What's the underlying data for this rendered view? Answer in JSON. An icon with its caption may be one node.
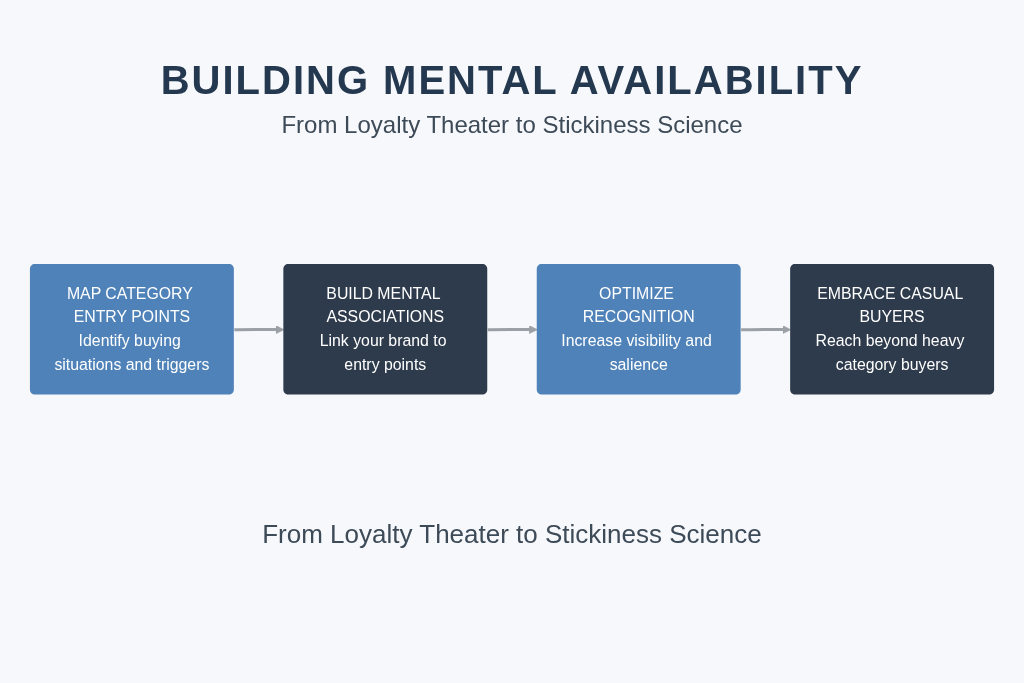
{
  "diagram": {
    "title": "BUILDING MENTAL AVAILABILITY",
    "caption": "From Loyalty Theater to Stickiness Science",
    "labels": [
      "From Loyalty Theater to Stickiness Science"
    ],
    "nodes": [
      {
        "text": [
          "MAP CATEGORY ENTRY POINTS",
          "Identify buying situations and triggers"
        ]
      },
      {
        "text": [
          "BUILD MENTAL ASSOCIATIONS",
          "Link your brand to entry points"
        ]
      },
      {
        "text": [
          "OPTIMIZE RECOGNITION",
          "Increase visibility and salience"
        ]
      },
      {
        "text": [
          "EMBRACE CASUAL BUYERS",
          "Reach beyond heavy category buyers"
        ]
      }
    ],
    "edges": [
      {
        "from": 0,
        "to": 1,
        "arrow": "to"
      },
      {
        "from": 1,
        "to": 2,
        "arrow": "to"
      },
      {
        "from": 2,
        "to": 3,
        "arrow": "to"
      }
    ]
  }
}
